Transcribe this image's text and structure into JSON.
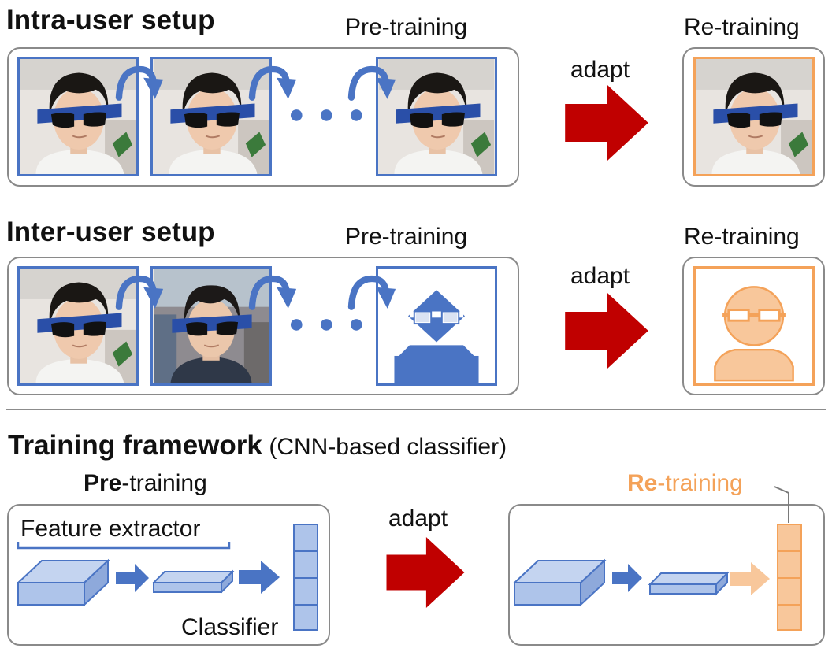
{
  "intra": {
    "title": "Intra-user setup",
    "pretraining_label": "Pre-training",
    "retraining_label": "Re-training",
    "adapt_label": "adapt",
    "ellipsis": "● ● ●"
  },
  "inter": {
    "title": "Inter-user setup",
    "pretraining_label": "Pre-training",
    "retraining_label": "Re-training",
    "adapt_label": "adapt",
    "ellipsis": "● ● ●"
  },
  "framework": {
    "title": "Training framework",
    "subtitle": "(CNN-based classifier)",
    "pre_bold": "Pre",
    "pre_rest": "-training",
    "re_bold": "Re",
    "re_rest": "-training",
    "adapt_label": "adapt",
    "feature_extractor_label": "Feature extractor",
    "classifier_label": "Classifier"
  },
  "colors": {
    "blue": "#4a74c4",
    "light_blue": "#aec4ea",
    "red": "#c00000",
    "orange": "#f4a259",
    "light_orange": "#f8c79b",
    "panel_border": "#8a8a8a"
  }
}
